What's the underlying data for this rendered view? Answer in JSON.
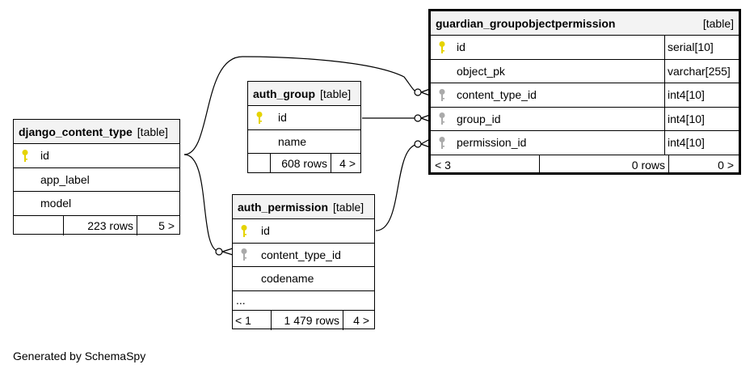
{
  "tables": {
    "guardian": {
      "name": "guardian_groupobjectpermission",
      "type_label": "[table]",
      "columns": [
        {
          "name": "id",
          "type": "serial[10]",
          "key": "primary"
        },
        {
          "name": "object_pk",
          "type": "varchar[255]",
          "key": "none"
        },
        {
          "name": "content_type_id",
          "type": "int4[10]",
          "key": "foreign"
        },
        {
          "name": "group_id",
          "type": "int4[10]",
          "key": "foreign"
        },
        {
          "name": "permission_id",
          "type": "int4[10]",
          "key": "foreign"
        }
      ],
      "footer": {
        "parents": "< 3",
        "rows": "0 rows",
        "children": "0 >"
      }
    },
    "auth_group": {
      "name": "auth_group",
      "type_label": "[table]",
      "columns": [
        {
          "name": "id",
          "key": "primary"
        },
        {
          "name": "name",
          "key": "none"
        }
      ],
      "footer": {
        "parents": "",
        "rows": "608 rows",
        "children": "4 >"
      }
    },
    "django_content_type": {
      "name": "django_content_type",
      "type_label": "[table]",
      "columns": [
        {
          "name": "id",
          "key": "primary"
        },
        {
          "name": "app_label",
          "key": "none"
        },
        {
          "name": "model",
          "key": "none"
        }
      ],
      "footer": {
        "parents": "",
        "rows": "223 rows",
        "children": "5 >"
      }
    },
    "auth_permission": {
      "name": "auth_permission",
      "type_label": "[table]",
      "columns": [
        {
          "name": "id",
          "key": "primary"
        },
        {
          "name": "content_type_id",
          "key": "foreign"
        },
        {
          "name": "codename",
          "key": "none"
        }
      ],
      "more": "...",
      "footer": {
        "parents": "< 1",
        "rows": "1 479 rows",
        "children": "4 >"
      }
    }
  },
  "footer_text": "Generated by SchemaSpy",
  "colors": {
    "primary_key": "#e5d300",
    "foreign_key": "#aaaaaa",
    "header_bg": "#f3f3f3"
  }
}
